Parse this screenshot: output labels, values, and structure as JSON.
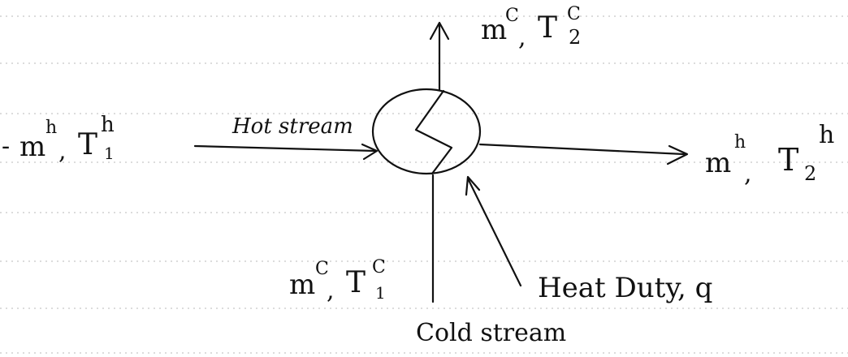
{
  "diagram": {
    "hot_in": {
      "m": "m",
      "m_sup": "h",
      "T": "T",
      "T_sup": "h",
      "T_sub": "1"
    },
    "hot_out": {
      "m": "m",
      "m_sup": "h",
      "T": "T",
      "T_sup": "h",
      "T_sub": "2"
    },
    "cold_in": {
      "m": "m",
      "m_sup": "C",
      "T": "T",
      "T_sup": "C",
      "T_sub": "1"
    },
    "cold_out": {
      "m": "m",
      "m_sup": "C",
      "T": "T",
      "T_sup": "C",
      "T_sub": "2"
    },
    "hot_stream_label": "Hot stream",
    "cold_stream_label": "Cold stream",
    "heat_duty_label": "Heat Duty, q",
    "colors": {
      "ink": "#111111",
      "paper": "#ffffff",
      "rules": "#b9b9b9"
    },
    "icons": [
      "heat-exchanger-icon",
      "arrow-right-icon",
      "arrow-up-icon"
    ]
  }
}
